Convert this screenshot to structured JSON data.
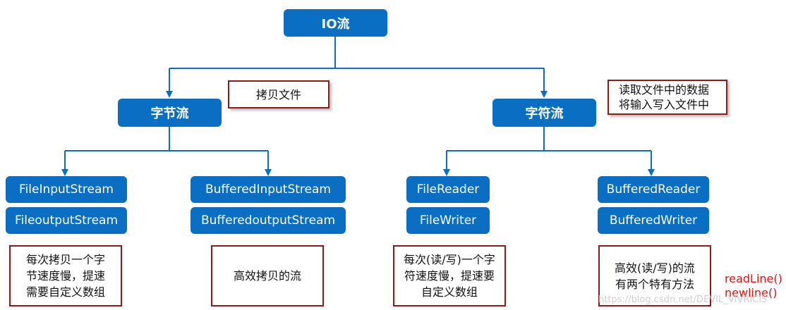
{
  "root": {
    "label": "IO流"
  },
  "byte_stream": {
    "label": "字节流",
    "note": "拷贝文件",
    "input": "FileInputStream",
    "output": "FileoutputStream",
    "buffered_input": "BufferedInputStream",
    "buffered_output": "BufferedoutputStream",
    "basic_note": "每次拷贝一个字节速度慢，提速需要自定义数组",
    "buffered_note": "高效拷贝的流"
  },
  "char_stream": {
    "label": "字符流",
    "note": "读取文件中的数据将输入写入文件中",
    "reader": "FileReader",
    "writer": "FileWriter",
    "buffered_reader": "BufferedReader",
    "buffered_writer": "BufferedWriter",
    "basic_note": "每次(读/写)一个字符速度慢，提速要自定义数组",
    "buffered_note": "高效(读/写)的流有两个特有方法",
    "methods": [
      "readLine()",
      "newline()"
    ]
  },
  "watermark": "https://blog.csdn.net/DEVIL_VIVRICIS",
  "colors": {
    "box": "#0a6fc2",
    "line": "#0a6fc2",
    "note_border": "#8e1a1a",
    "method_text": "#e01010"
  }
}
